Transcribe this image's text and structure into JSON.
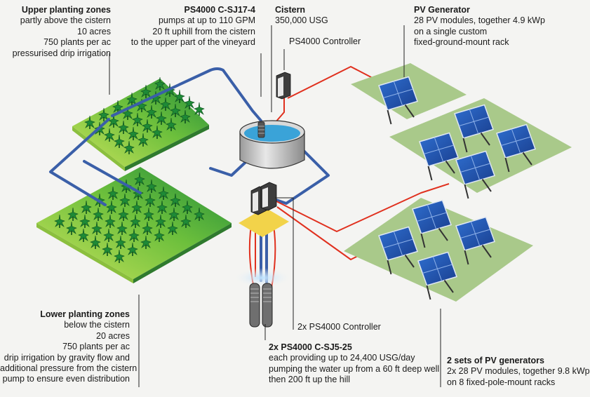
{
  "upper_zones": {
    "title": "Upper planting zones",
    "lines": [
      "partly above the cistern",
      "10 acres",
      "750 plants per ac",
      "pressurised drip irrigation"
    ]
  },
  "ps4000_sj17": {
    "title": "PS4000 C-SJ17-4",
    "lines": [
      "pumps at up to 110 GPM",
      "20 ft uphill from the cistern",
      "to the upper part of the vineyard"
    ]
  },
  "cistern": {
    "title": "Cistern",
    "lines": [
      "350,000 USG"
    ]
  },
  "controller_top": {
    "label": "PS4000 Controller"
  },
  "pv_generator": {
    "title": "PV Generator",
    "lines": [
      "28 PV modules, together 4.9 kWp",
      "on a single custom",
      "fixed-ground-mount rack"
    ]
  },
  "lower_zones": {
    "title": "Lower planting zones",
    "lines": [
      "below the cistern",
      "20 acres",
      "750 plants per ac",
      "drip irrigation by gravity flow and",
      "additional pressure from the cistern",
      "pump to ensure even distribution"
    ]
  },
  "controller_bottom": {
    "label": "2x PS4000 Controller"
  },
  "ps4000_sj5": {
    "title": "2x PS4000 C-SJ5-25",
    "lines": [
      "each providing up to 24,400 USG/day",
      "pumping the water up from a 60 ft deep well",
      "then 200 ft up the hill"
    ]
  },
  "pv_sets": {
    "title": "2 sets of PV generators",
    "lines": [
      "2x 28 PV modules, together 9.8 kWp",
      "on 8 fixed-pole-mount racks"
    ]
  },
  "colors": {
    "water_pipe": "#3a5fa8",
    "power_cable": "#e0301e",
    "field_light": "#9ed25a",
    "field_dark": "#2f8f3c",
    "pv_pad": "#a9c98a",
    "panel": "#1f4ea8"
  }
}
